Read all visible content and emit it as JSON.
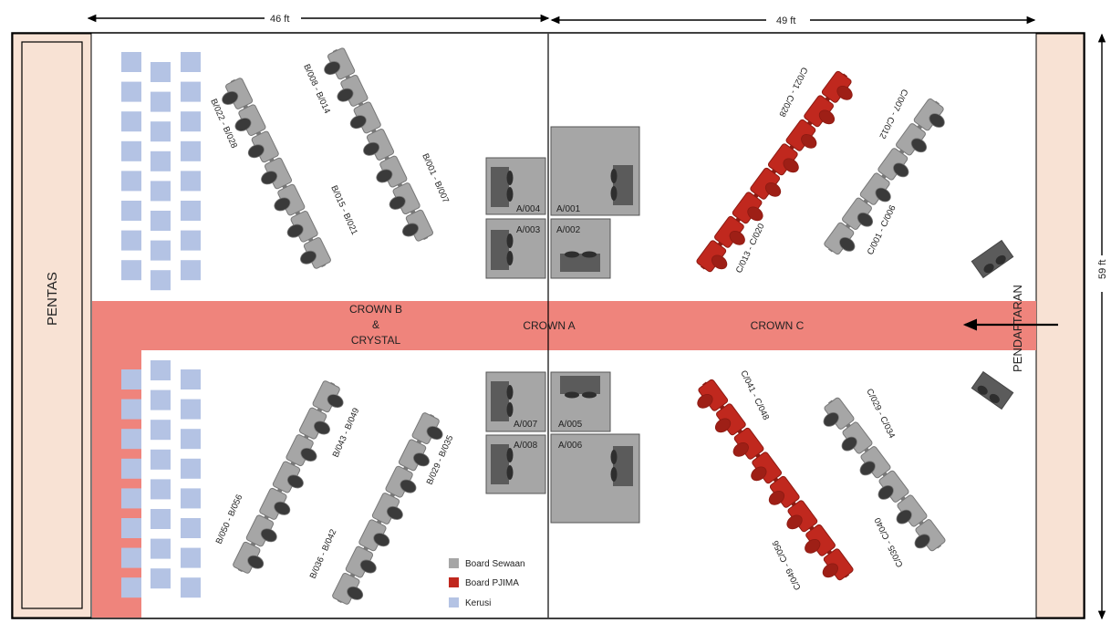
{
  "dimensions": {
    "left_width": "46 ft",
    "right_width": "49 ft",
    "height": "59 ft"
  },
  "stage_label": "PENTAS",
  "aisle": {
    "left_label": [
      "CROWN B",
      "&",
      "CRYSTAL"
    ],
    "center_label": "CROWN A",
    "right_label": "CROWN C"
  },
  "registration_label": "PENDAFTARAN",
  "booths": [
    "A/001",
    "A/002",
    "A/003",
    "A/004",
    "A/005",
    "A/006",
    "A/007",
    "A/008"
  ],
  "rows": {
    "b_top_left": [
      "B/022 - B/028",
      "B/015 - B/021"
    ],
    "b_top_right": [
      "B/008 - B/014",
      "B/001 - B/007"
    ],
    "b_bottom_left": [
      "B/050 - B/056",
      "B/043 - B/049"
    ],
    "b_bottom_right": [
      "B/036 - B/042",
      "B/029 - B/035"
    ],
    "c_top_red": [
      "C/021 - C/028",
      "C/013 - C/020"
    ],
    "c_top_grey": [
      "C/007 - C/012",
      "C/001 - C/006"
    ],
    "c_bottom_red": [
      "C/041 - C/048",
      "C/049 - C/056"
    ],
    "c_bottom_grey": [
      "C/029 - C/034",
      "C/035 - C/040"
    ]
  },
  "legend": [
    {
      "label": "Board Sewaan",
      "color": "#a6a6a6"
    },
    {
      "label": "Board PJIMA",
      "color": "#c0281e"
    },
    {
      "label": "Kerusi",
      "color": "#b4c3e4"
    }
  ],
  "colors": {
    "aisle": "#ef847c",
    "wall": "#f8e2d4",
    "board_grey": "#a6a6a6",
    "board_red": "#c0281e",
    "chair": "#b4c3e4",
    "booth": "#a6a6a6"
  }
}
